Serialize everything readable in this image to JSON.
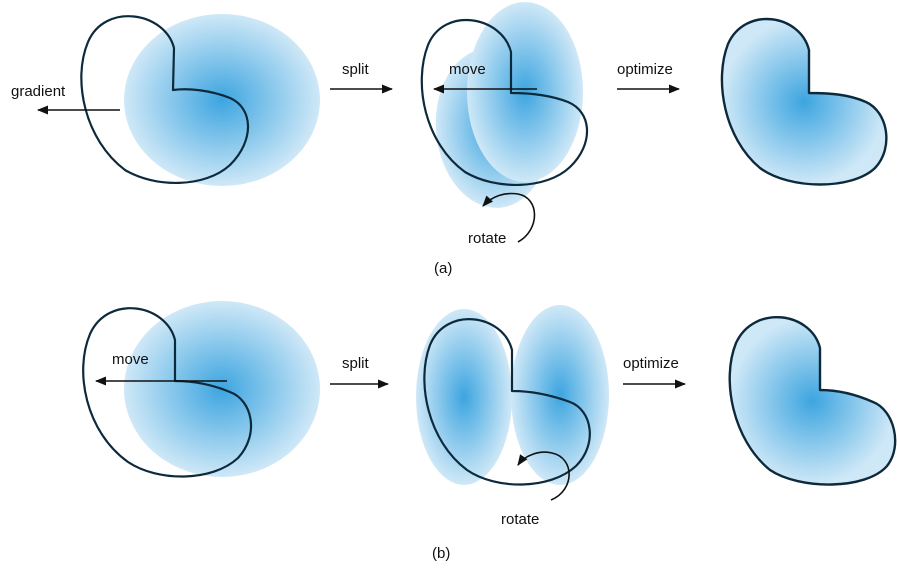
{
  "colors": {
    "blob_center": "#3da5e0",
    "blob_edge": "#cfe8f7",
    "outline": "#0d2a3d",
    "arrow": "#111111",
    "text": "#111111"
  },
  "row_a": {
    "caption": "(a)",
    "gradient_label": "gradient",
    "split_label": "split",
    "move_label": "move",
    "optimize_label": "optimize",
    "rotate_label": "rotate"
  },
  "row_b": {
    "caption": "(b)",
    "move_label": "move",
    "split_label": "split",
    "optimize_label": "optimize",
    "rotate_label": "rotate"
  }
}
